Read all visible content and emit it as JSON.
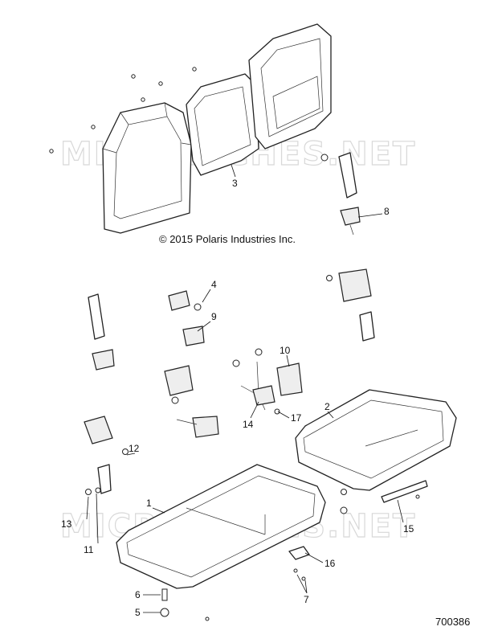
{
  "diagram": {
    "copyright": "© 2015 Polaris Industries Inc.",
    "document_number": "700386",
    "watermark": "MICROFICHES.NET",
    "callouts": [
      {
        "id": "c1",
        "label": "1"
      },
      {
        "id": "c2",
        "label": "2"
      },
      {
        "id": "c3",
        "label": "3"
      },
      {
        "id": "c4",
        "label": "4"
      },
      {
        "id": "c5",
        "label": "5"
      },
      {
        "id": "c6",
        "label": "6"
      },
      {
        "id": "c7",
        "label": "7"
      },
      {
        "id": "c8",
        "label": "8"
      },
      {
        "id": "c9",
        "label": "9"
      },
      {
        "id": "c10",
        "label": "10"
      },
      {
        "id": "c11",
        "label": "11"
      },
      {
        "id": "c12",
        "label": "12"
      },
      {
        "id": "c13",
        "label": "13"
      },
      {
        "id": "c14",
        "label": "14"
      },
      {
        "id": "c15",
        "label": "15"
      },
      {
        "id": "c16",
        "label": "16"
      },
      {
        "id": "c17",
        "label": "17"
      }
    ]
  }
}
